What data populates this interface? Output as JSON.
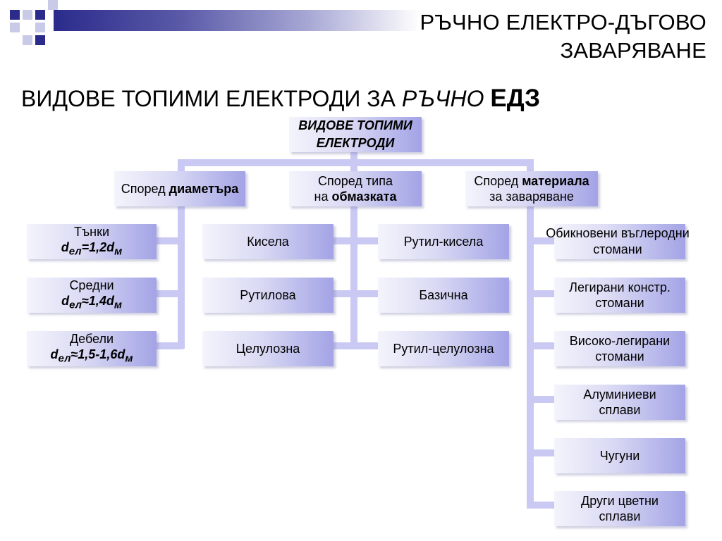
{
  "header": {
    "title_line1": "РЪЧНО ЕЛЕКТРО-ДЪГОВО",
    "title_line2": "ЗАВАРЯВАНЕ"
  },
  "subtitle": {
    "text_before": "ВИДОВЕ ТОПИМИ ЕЛЕКТРОДИ ЗА ",
    "text_italic": "РЪЧНО",
    "text_bold": "ЕДЗ"
  },
  "diagram": {
    "root": {
      "line1": "ВИДОВЕ ТОПИМИ",
      "line2": "ЕЛЕКТРОДИ"
    },
    "categories": {
      "diameter": {
        "prefix": "Според ",
        "bold": "диаметъра"
      },
      "coating": {
        "line1": "Според типа",
        "prefix2": "на ",
        "bold2": "обмазката"
      },
      "material": {
        "prefix": "Според ",
        "bold": "материала",
        "line2": "за заваряване"
      }
    },
    "diameter_items": [
      {
        "name": "Тънки",
        "formula_d": "d",
        "formula_sub": "ел",
        "formula_rest": "=1,2d",
        "formula_sub2": "м"
      },
      {
        "name": "Средни",
        "formula_d": "d",
        "formula_sub": "ел",
        "formula_rest": "≈1,4d",
        "formula_sub2": "м"
      },
      {
        "name": "Дебели",
        "formula_d": "d",
        "formula_sub": "ел",
        "formula_rest": "≈1,5-1,6d",
        "formula_sub2": "м"
      }
    ],
    "coating_left": [
      "Кисела",
      "Рутилова",
      "Целулозна"
    ],
    "coating_right": [
      "Рутил-кисела",
      "Базична",
      "Рутил-целулозна"
    ],
    "material_items": [
      {
        "line1": "Обикновени въглеродни",
        "line2": "стомани"
      },
      {
        "line1": "Легирани констр.",
        "line2": "стомани"
      },
      {
        "line1": "Високо-легирани",
        "line2": "стомани"
      },
      {
        "line1": "Алуминиеви",
        "line2": "сплави"
      },
      {
        "line1": "Чугуни",
        "line2": ""
      },
      {
        "line1": "Други цветни",
        "line2": "сплави"
      }
    ]
  },
  "colors": {
    "connector": "#c9c9f4",
    "box_dark": "#a3a3e6",
    "deco_dark": "#2b2b8c"
  }
}
